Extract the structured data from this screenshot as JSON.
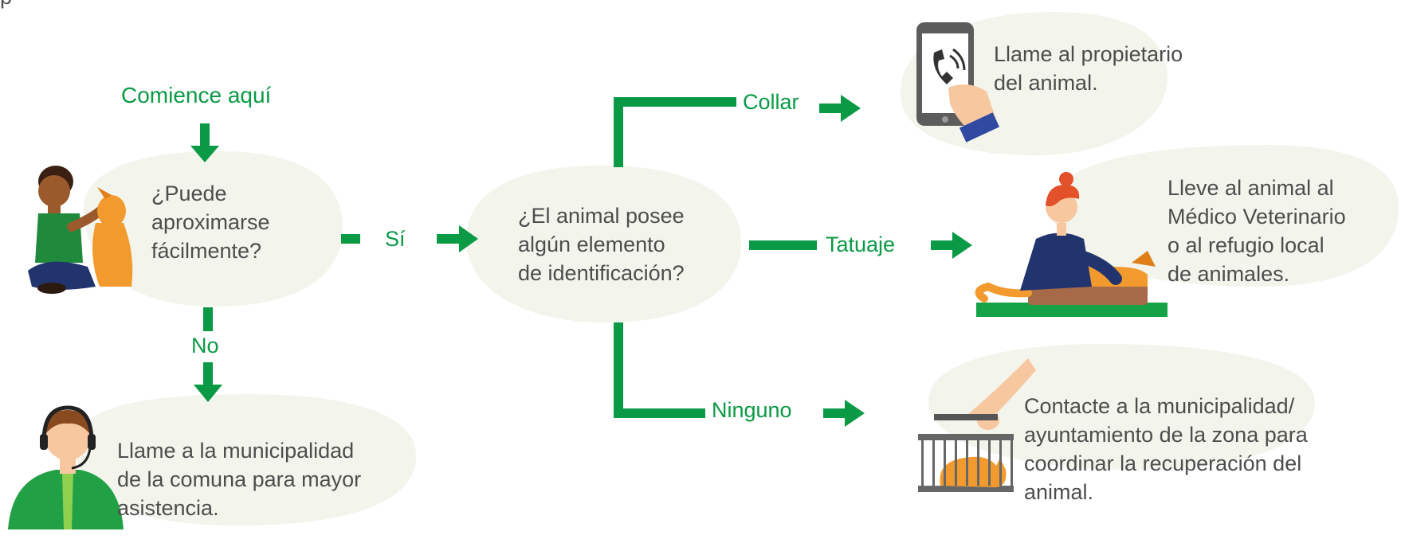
{
  "top_text": "p",
  "start_label": "Comience aquí",
  "question_approach": "¿Puede\naproximarse\nfácilmente?",
  "yes_label": "Sí",
  "no_label": "No",
  "question_id": "¿El animal posee\nalgún elemento\nde identificación?",
  "branch_collar": "Collar",
  "branch_tattoo": "Tatuaje",
  "branch_none": "Ninguno",
  "result_call_municipality": "Llame a la municipalidad\nde la comuna para mayor\nasistencia.",
  "result_call_owner": "Llame al propietario\ndel animal.",
  "result_vet": "Lleve al animal al\nMédico Veterinario\no al refugio local\nde animales.",
  "result_contact_municipality": "Contacte a la municipalidad/\nayuntamiento de la zona para\ncoordinar la recuperación del\nanimal.",
  "colors": {
    "green": "#0a9a45",
    "blob": "#f3f5ec",
    "text": "#4d4d4d",
    "orange": "#f39a2e"
  },
  "icons": [
    "person-with-dog-icon",
    "call-center-agent-icon",
    "phone-in-hand-icon",
    "veterinarian-with-dog-icon",
    "cat-in-cage-icon"
  ]
}
